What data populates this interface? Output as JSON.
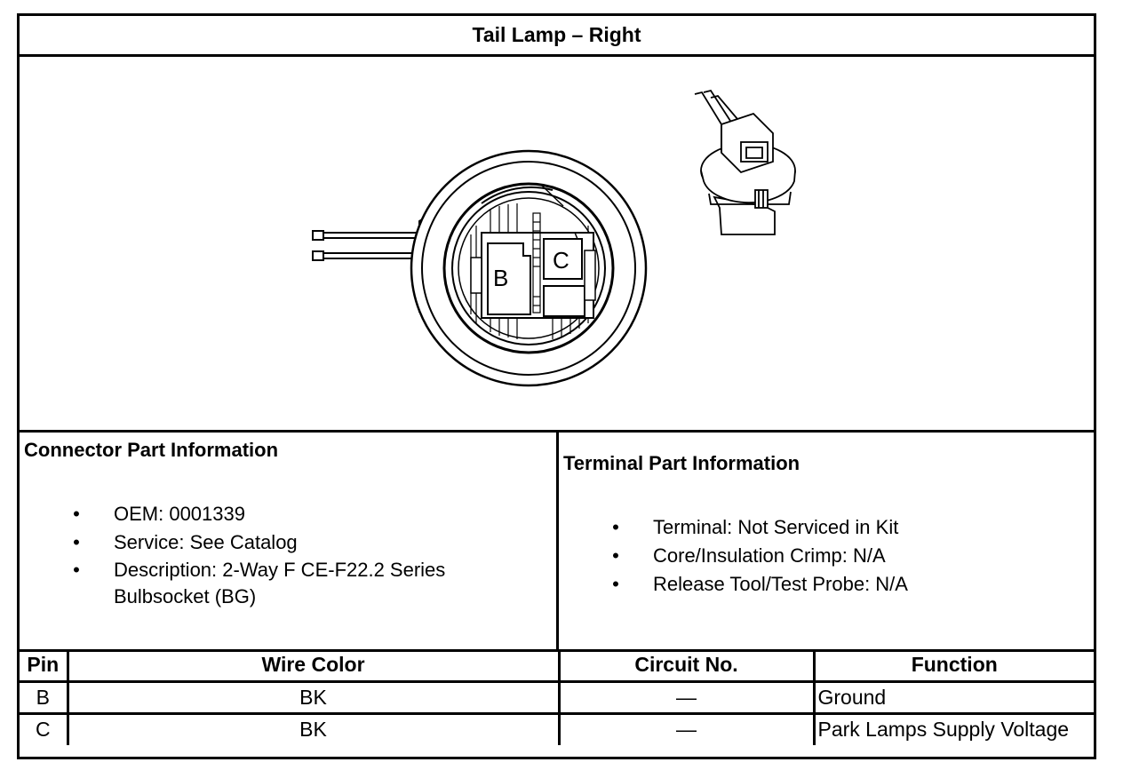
{
  "title": "Tail Lamp – Right",
  "diagram": {
    "pin_labels": [
      "B",
      "C"
    ],
    "line_color": "#000000"
  },
  "connector_info": {
    "heading": "Connector Part Information",
    "items": [
      "OEM: 0001339",
      "Service: See Catalog",
      "Description: 2-Way F CE-F22.2 Series Bulbsocket (BG)"
    ]
  },
  "terminal_info": {
    "heading": "Terminal Part Information",
    "items": [
      "Terminal: Not Serviced in Kit",
      "Core/Insulation Crimp: N/A",
      "Release Tool/Test Probe: N/A"
    ]
  },
  "pin_table": {
    "headers": [
      "Pin",
      "Wire Color",
      "Circuit No.",
      "Function"
    ],
    "rows": [
      [
        "B",
        "BK",
        "—",
        "Ground"
      ],
      [
        "C",
        "BK",
        "—",
        "Park Lamps Supply Voltage"
      ]
    ]
  }
}
